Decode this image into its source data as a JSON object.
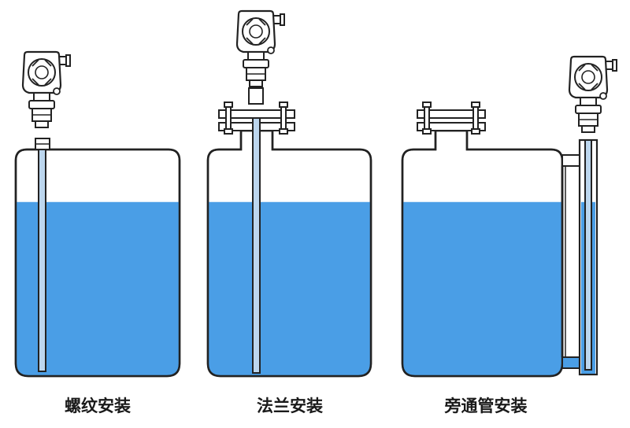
{
  "colors": {
    "water": "#4a9ee6",
    "outline": "#222222",
    "probe_fill": "#bcd6ee",
    "tank_fill": "#ffffff"
  },
  "installations": [
    {
      "label": "螺纹安装",
      "fill_level": 0.77
    },
    {
      "label": "法兰安装",
      "fill_level": 0.77
    },
    {
      "label": "旁通管安装",
      "fill_level": 0.77
    }
  ]
}
